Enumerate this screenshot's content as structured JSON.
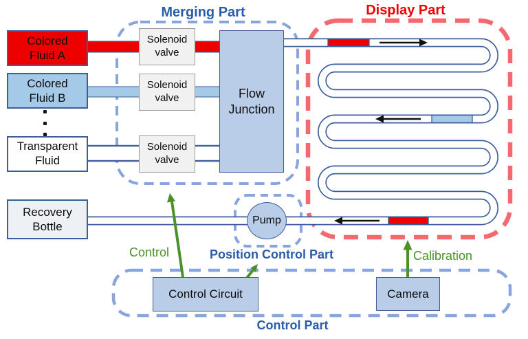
{
  "titles": {
    "merging": "Merging Part",
    "display": "Display Part",
    "position_control": "Position Control Part",
    "control_part": "Control Part"
  },
  "annotations": {
    "control": "Control",
    "calibration": "Calibration"
  },
  "nodes": {
    "fluid_a": "Colored\nFluid A",
    "fluid_b": "Colored\nFluid B",
    "transparent_fluid": "Transparent\nFluid",
    "solenoid_valve_1": "Solenoid\nvalve",
    "solenoid_valve_2": "Solenoid\nvalve",
    "solenoid_valve_3": "Solenoid\nvalve",
    "flow_junction": "Flow\nJunction",
    "recovery_bottle": "Recovery\nBottle",
    "pump": "Pump",
    "control_circuit": "Control Circuit",
    "camera": "Camera"
  },
  "icons": {
    "vertical_ellipsis": "three stacked dots (more fluids)",
    "flow_arrow_right": "black arrow pointing right",
    "flow_arrow_left": "black arrow pointing left",
    "green_arrow": "green control/calibration arrow"
  },
  "colors": {
    "red": "#ee0000",
    "light_blue": "#a5cae8",
    "box_blue": "#b9cde9",
    "border_blue": "#3c5f9c",
    "dash_blue": "#88a4dc",
    "dash_red": "#f4696f",
    "title_blue": "#2a5caa",
    "green": "#4a9129",
    "valve_fill": "#f1f1f1",
    "valve_border": "#9a9a9a",
    "bottle_fill": "#edf0f5"
  }
}
